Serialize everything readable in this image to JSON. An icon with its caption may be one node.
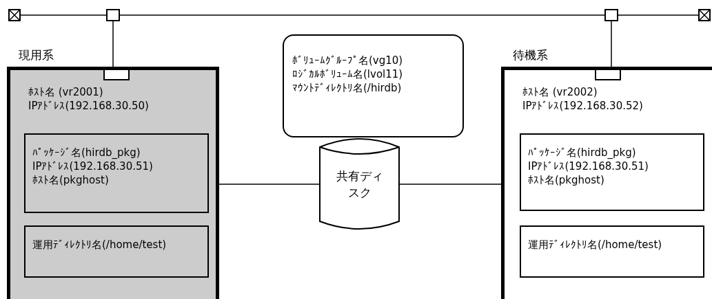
{
  "diagram": {
    "nodes": [
      {
        "text": [],
        "shape": "box"
      },
      {
        "text": [],
        "shape": "box"
      },
      {
        "text": [],
        "shape": "box"
      },
      {
        "text": [],
        "shape": "box"
      },
      {
        "text": [
          "現用系",
          "ﾎｽﾄ名 (vr2001)",
          "IPｱﾄﾞﾚｽ(192.168.30.50)"
        ]
      },
      {
        "text": [],
        "shape": "box",
        "in": 4
      },
      {
        "text": [
          "ﾊﾟｯｹｰｼﾞ名(hirdb_pkg)",
          "IPｱﾄﾞﾚｽ(192.168.30.51)",
          "ﾎｽﾄ名(pkghost)"
        ],
        "in": 4
      },
      {
        "text": [
          "運用ﾃﾞｨﾚｸﾄﾘ名(/home/test)"
        ],
        "in": 4
      },
      {
        "text": [
          "ﾎﾞﾘｭｰﾑｸﾞﾙｰﾌﾟ名(vg10)",
          "ﾛｼﾞｶﾙﾎﾞﾘｭｰﾑ名(lvol11)",
          "ﾏｳﾝﾄﾃﾞｨﾚｸﾄﾘ名(/hirdb)"
        ]
      },
      {
        "text": [
          "共有ディスク"
        ]
      },
      {
        "text": [
          "待機系",
          "ﾎｽﾄ名 (vr2002)",
          "IPｱﾄﾞﾚｽ(192.168.30.52)"
        ]
      },
      {
        "text": [],
        "shape": "box",
        "in": 10
      },
      {
        "text": [
          "ﾊﾟｯｹｰｼﾞ名(hirdb_pkg)",
          "IPｱﾄﾞﾚｽ(192.168.30.51)",
          "ﾎｽﾄ名(pkghost)"
        ],
        "in": 10
      },
      {
        "text": [
          "運用ﾃﾞｨﾚｸﾄﾘ名(/home/test)"
        ],
        "in": 10
      }
    ],
    "edges": [
      {
        "from": 0,
        "to": 1,
        "arrow": "none"
      },
      {
        "from": 1,
        "to": 2,
        "arrow": "none"
      },
      {
        "from": 2,
        "to": 3,
        "arrow": "none"
      },
      {
        "from": 1,
        "to": 5,
        "arrow": "none"
      },
      {
        "from": 2,
        "to": 11,
        "arrow": "none"
      },
      {
        "from": 4,
        "to": 9,
        "arrow": "none"
      },
      {
        "from": 9,
        "to": 10,
        "arrow": "none"
      }
    ]
  }
}
